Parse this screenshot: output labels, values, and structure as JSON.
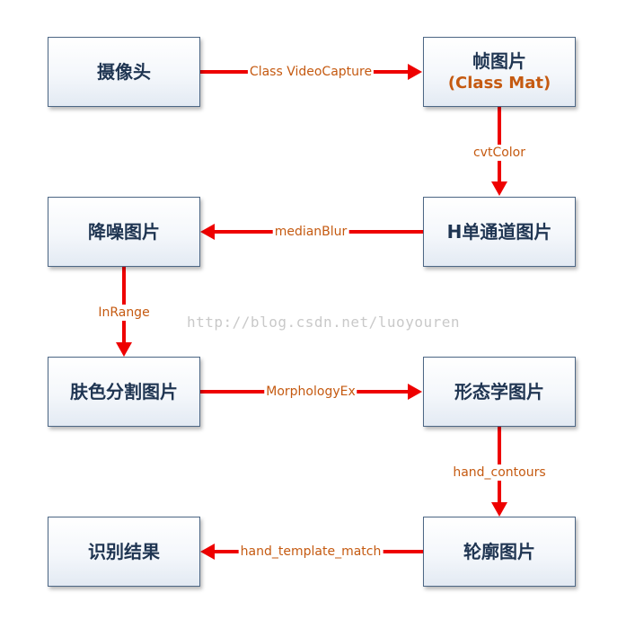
{
  "nodes": {
    "camera": "摄像头",
    "frame": "帧图片",
    "frame_sub": "(Class Mat)",
    "h_channel": "H单通道图片",
    "denoise": "降噪图片",
    "skin": "肤色分割图片",
    "morphology": "形态学图片",
    "contour": "轮廓图片",
    "result": "识别结果"
  },
  "edges": {
    "camera_to_frame": "Class VideoCapture",
    "frame_to_h": "cvtColor",
    "h_to_denoise": "medianBlur",
    "denoise_to_skin": "InRange",
    "skin_to_morph": "MorphologyEx",
    "morph_to_contour": "hand_contours",
    "contour_to_result": "hand_template_match"
  },
  "watermark": "http://blog.csdn.net/luoyouren",
  "colors": {
    "arrow": "#ee0000",
    "label": "#c55a11",
    "box_border": "#4d6785",
    "box_text": "#1f3552"
  }
}
